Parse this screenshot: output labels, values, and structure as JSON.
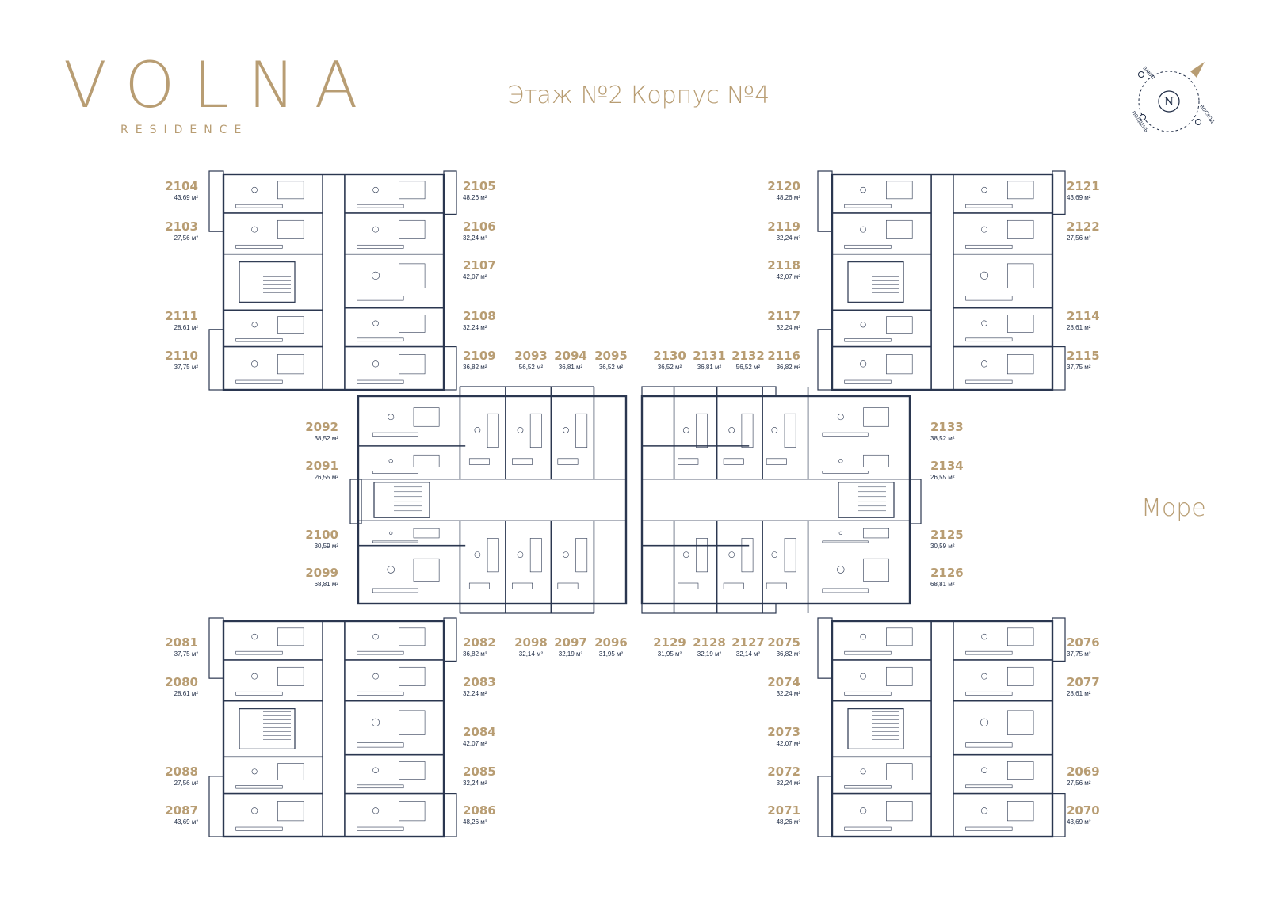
{
  "brand": {
    "name": "VOLNA",
    "tagline": "RESIDENCE"
  },
  "floor_title": "Этаж №2 Корпус №4",
  "sea_label": "Море",
  "compass": {
    "north": "N",
    "west": "ЗАКАТ",
    "east": "ВОСХОД",
    "south": "ПОЛДЕНЬ"
  },
  "colors": {
    "gold": "#b89d73",
    "navy": "#1d2a44",
    "wall": "#2b3750"
  },
  "apartments": [
    {
      "id": "2104",
      "area": "43,69 м²"
    },
    {
      "id": "2103",
      "area": "27,56 м²"
    },
    {
      "id": "2111",
      "area": "28,61 м²"
    },
    {
      "id": "2110",
      "area": "37,75 м²"
    },
    {
      "id": "2105",
      "area": "48,26 м²"
    },
    {
      "id": "2106",
      "area": "32,24 м²"
    },
    {
      "id": "2107",
      "area": "42,07 м²"
    },
    {
      "id": "2108",
      "area": "32,24 м²"
    },
    {
      "id": "2109",
      "area": "36,82 м²"
    },
    {
      "id": "2093",
      "area": "56,52 м²"
    },
    {
      "id": "2094",
      "area": "36,81 м²"
    },
    {
      "id": "2095",
      "area": "36,52 м²"
    },
    {
      "id": "2130",
      "area": "36,52 м²"
    },
    {
      "id": "2131",
      "area": "36,81 м²"
    },
    {
      "id": "2132",
      "area": "56,52 м²"
    },
    {
      "id": "2120",
      "area": "48,26 м²"
    },
    {
      "id": "2119",
      "area": "32,24 м²"
    },
    {
      "id": "2118",
      "area": "42,07 м²"
    },
    {
      "id": "2117",
      "area": "32,24 м²"
    },
    {
      "id": "2116",
      "area": "36,82 м²"
    },
    {
      "id": "2121",
      "area": "43,69 м²"
    },
    {
      "id": "2122",
      "area": "27,56 м²"
    },
    {
      "id": "2114",
      "area": "28,61 м²"
    },
    {
      "id": "2115",
      "area": "37,75 м²"
    },
    {
      "id": "2092",
      "area": "38,52 м²"
    },
    {
      "id": "2091",
      "area": "26,55 м²"
    },
    {
      "id": "2100",
      "area": "30,59 м²"
    },
    {
      "id": "2099",
      "area": "68,81 м²"
    },
    {
      "id": "2133",
      "area": "38,52 м²"
    },
    {
      "id": "2134",
      "area": "26,55 м²"
    },
    {
      "id": "2125",
      "area": "30,59 м²"
    },
    {
      "id": "2126",
      "area": "68,81 м²"
    },
    {
      "id": "2081",
      "area": "37,75 м²"
    },
    {
      "id": "2080",
      "area": "28,61 м²"
    },
    {
      "id": "2088",
      "area": "27,56 м²"
    },
    {
      "id": "2087",
      "area": "43,69 м²"
    },
    {
      "id": "2082",
      "area": "36,82 м²"
    },
    {
      "id": "2083",
      "area": "32,24 м²"
    },
    {
      "id": "2084",
      "area": "42,07 м²"
    },
    {
      "id": "2085",
      "area": "32,24 м²"
    },
    {
      "id": "2086",
      "area": "48,26 м²"
    },
    {
      "id": "2098",
      "area": "32,14 м²"
    },
    {
      "id": "2097",
      "area": "32,19 м²"
    },
    {
      "id": "2096",
      "area": "31,95 м²"
    },
    {
      "id": "2129",
      "area": "31,95 м²"
    },
    {
      "id": "2128",
      "area": "32,19 м²"
    },
    {
      "id": "2127",
      "area": "32,14 м²"
    },
    {
      "id": "2075",
      "area": "36,82 м²"
    },
    {
      "id": "2074",
      "area": "32,24 м²"
    },
    {
      "id": "2073",
      "area": "42,07 м²"
    },
    {
      "id": "2072",
      "area": "32,24 м²"
    },
    {
      "id": "2071",
      "area": "48,26 м²"
    },
    {
      "id": "2076",
      "area": "37,75 м²"
    },
    {
      "id": "2077",
      "area": "28,61 м²"
    },
    {
      "id": "2069",
      "area": "27,56 м²"
    },
    {
      "id": "2070",
      "area": "43,69 м²"
    }
  ]
}
